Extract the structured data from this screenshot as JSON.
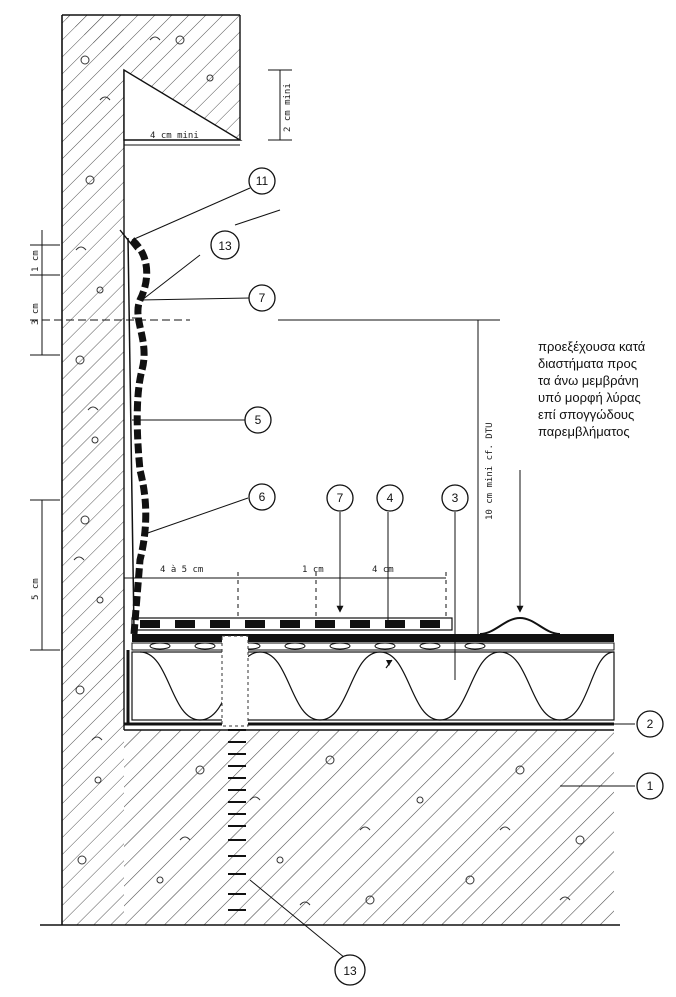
{
  "callouts": {
    "c1": "1",
    "c2": "2",
    "c3": "3",
    "c4": "4",
    "c5": "5",
    "c6": "6",
    "c7_top": "7",
    "c7_bottom": "7",
    "c11": "11",
    "c13_top": "13",
    "c13_bottom": "13"
  },
  "dimensions": {
    "upstand_min": "2 cm mini",
    "chase_depth": "4 cm mini",
    "d1cm": "1 cm",
    "d3cm": "3 cm",
    "d5cm": "5 cm",
    "height_min": "10 cm mini cf. DTU",
    "d4a5": "4 à 5 cm",
    "d1cm_b": "1 cm",
    "d4cm": "4 cm"
  },
  "note": {
    "lines": [
      "προεξέχουσα κατά",
      "διαστήματα προς",
      "τα άνω μεμβράνη",
      "υπό μορφή λύρας",
      "επί σπογγώδους",
      "παρεμβλήματος"
    ]
  },
  "colors": {
    "ink": "#111111",
    "hatch": "#555555",
    "background": "#ffffff"
  }
}
